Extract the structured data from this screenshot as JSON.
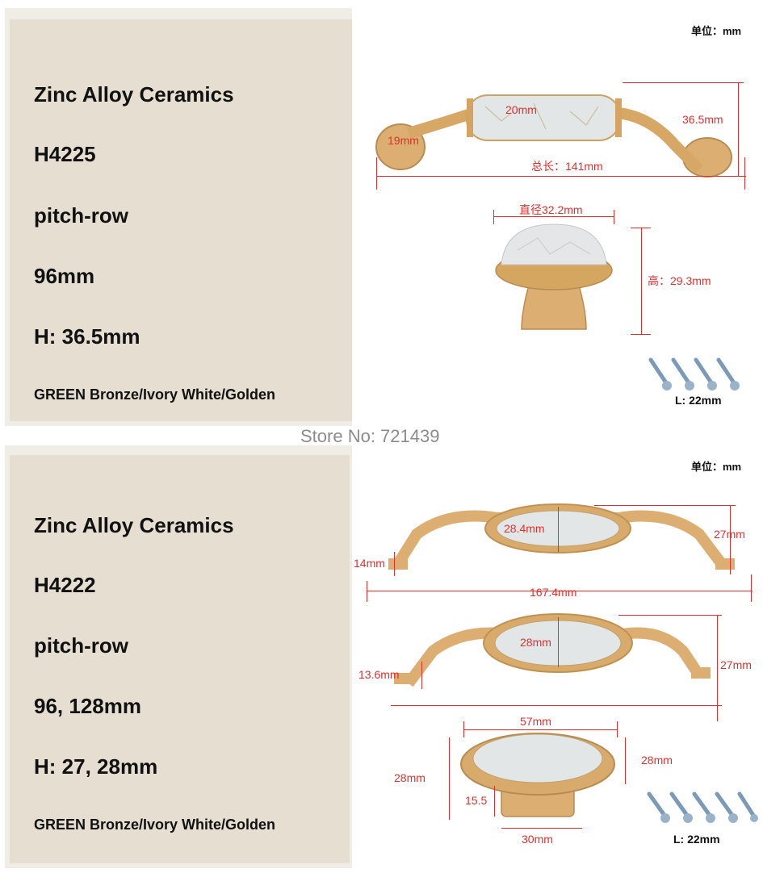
{
  "product1": {
    "lines": [
      "Zinc Alloy Ceramics",
      "H4225",
      "pitch-row",
      "96mm",
      "H: 36.5mm"
    ],
    "colors_line": "GREEN Bronze/Ivory White/Golden",
    "unit": "单位：mm",
    "dims": {
      "height_left": "19mm",
      "ceramic_len": "20mm",
      "height_right": "36.5mm",
      "total_len": "总长：141mm",
      "knob_dia": "直径32.2mm",
      "knob_height": "高：29.3mm"
    },
    "screw_len": "L: 22mm"
  },
  "store_text": "Store No: 721439",
  "product2": {
    "lines": [
      "Zinc Alloy Ceramics",
      "H4222",
      "pitch-row",
      "96, 128mm",
      "H: 27, 28mm"
    ],
    "colors_line": "GREEN Bronze/Ivory White/Golden",
    "unit": "单位：mm",
    "dims": {
      "h1_ceramic": "28.4mm",
      "h1_height": "27mm",
      "h1_base": "14mm",
      "h1_len": "167.4mm",
      "h2_ceramic": "28mm",
      "h2_height": "27mm",
      "h2_base": "13.6mm",
      "knob_w": "57mm",
      "knob_h_left": "28mm",
      "knob_h_right": "28mm",
      "knob_base_h": "15.5",
      "knob_base_w": "30mm"
    },
    "screw_len": "L: 22mm"
  },
  "colors": {
    "accent_red": "#e0302e",
    "gold": "#dcae72",
    "ceramic": "#e3e6e6",
    "panel": "#e6dfd1"
  }
}
